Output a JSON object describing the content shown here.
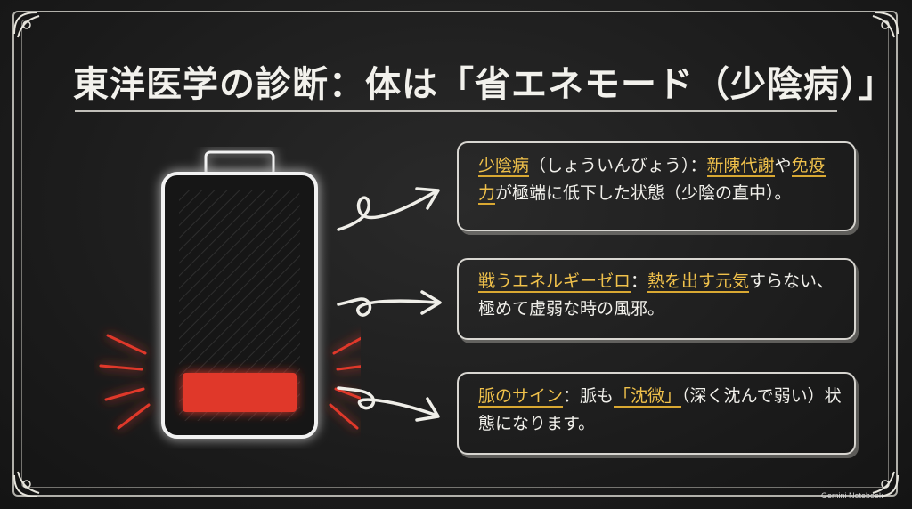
{
  "title": "東洋医学の診断：体は「省エネモード（少陰病）」",
  "cards": [
    {
      "term": "少陰病",
      "rest1": "（しょういんびょう）：",
      "hl2": "新陳代謝",
      "rest2": "や",
      "hl3": "免疫力",
      "rest3": "が極端に低下した状態（少陰の直中）。"
    },
    {
      "term": "戦うエネルギーゼロ",
      "rest1": "：",
      "hl2": "熱を出す元気",
      "rest2": "すらない、極めて虚弱な時の風邪。"
    },
    {
      "term": "脈のサイン",
      "rest1": "：脈も",
      "hl2": "「沈微」",
      "rest2": "（深く沈んで弱い）状態になります。"
    }
  ],
  "watermark": "Gemini Notebook",
  "battery": {
    "charge_level_fraction": 0.12,
    "low_color": "#e0392b"
  },
  "colors": {
    "accent": "#f0c14b",
    "chalk": "#ecebe6",
    "background": "#1c1c1c"
  }
}
